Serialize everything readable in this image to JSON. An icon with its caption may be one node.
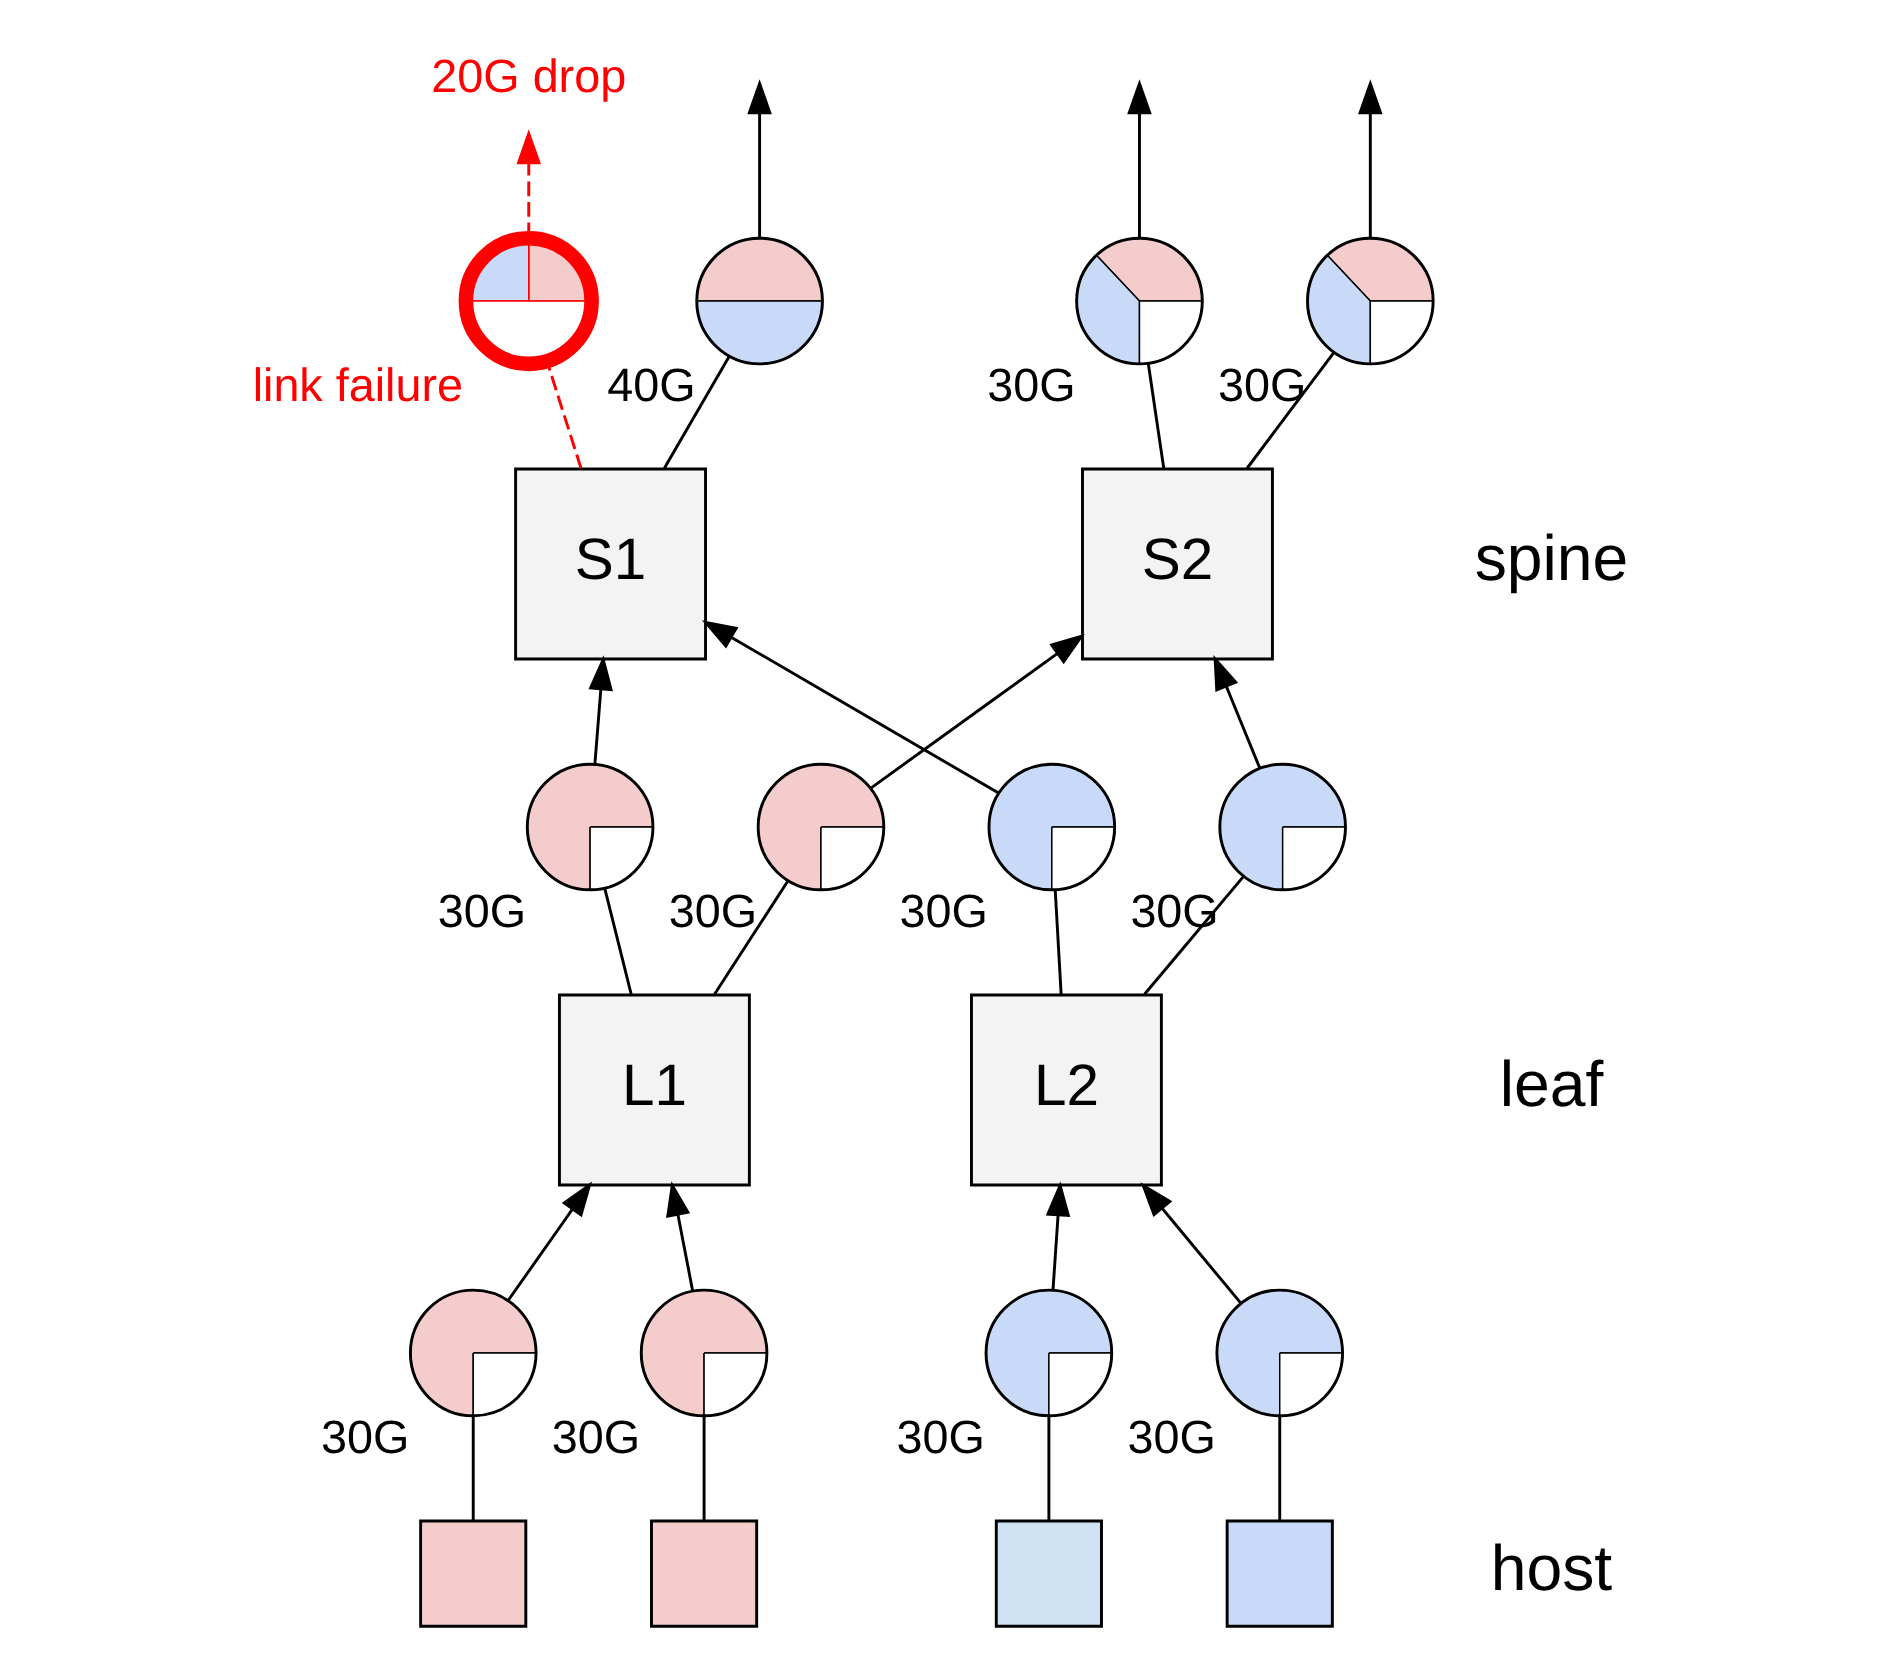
{
  "diagram": {
    "nodes": [
      {
        "text": [
          "20G drop"
        ]
      },
      {
        "text": [],
        "shape": "circle",
        "beside": [
          "link failure"
        ]
      },
      {
        "text": [],
        "shape": "circle",
        "beside": [
          "40G"
        ]
      },
      {
        "text": [],
        "shape": "circle",
        "beside": [
          "30G"
        ]
      },
      {
        "text": [],
        "shape": "circle",
        "beside": [
          "30G"
        ]
      },
      {
        "text": [
          "S1"
        ]
      },
      {
        "text": [
          "S2"
        ]
      },
      {
        "text": [],
        "shape": "circle",
        "beside": [
          "30G"
        ]
      },
      {
        "text": [],
        "shape": "circle",
        "beside": [
          "30G"
        ]
      },
      {
        "text": [],
        "shape": "circle",
        "beside": [
          "30G"
        ]
      },
      {
        "text": [],
        "shape": "circle",
        "beside": [
          "30G"
        ]
      },
      {
        "text": [
          "L1"
        ]
      },
      {
        "text": [
          "L2"
        ]
      },
      {
        "text": [],
        "shape": "circle",
        "beside": [
          "30G"
        ]
      },
      {
        "text": [],
        "shape": "circle",
        "beside": [
          "30G"
        ]
      },
      {
        "text": [],
        "shape": "circle",
        "beside": [
          "30G"
        ]
      },
      {
        "text": [],
        "shape": "circle",
        "beside": [
          "30G"
        ]
      },
      {
        "text": [],
        "shape": "box"
      },
      {
        "text": [],
        "shape": "box"
      },
      {
        "text": [],
        "shape": "box"
      },
      {
        "text": [],
        "shape": "box"
      }
    ],
    "edges": [
      {
        "from": 5,
        "to": 1,
        "arrow": "none",
        "style": "dashed",
        "color": "#ff0000"
      },
      {
        "from": 1,
        "to": 0,
        "arrow": "to",
        "style": "dashed",
        "color": "#ff0000"
      },
      {
        "from": 5,
        "to": 2,
        "arrow": "none"
      },
      {
        "from": 2,
        "to": null,
        "arrow": "to"
      },
      {
        "from": 6,
        "to": 3,
        "arrow": "none"
      },
      {
        "from": 3,
        "to": null,
        "arrow": "to"
      },
      {
        "from": 6,
        "to": 4,
        "arrow": "none"
      },
      {
        "from": 4,
        "to": null,
        "arrow": "to"
      },
      {
        "from": 11,
        "to": 7,
        "arrow": "none"
      },
      {
        "from": 7,
        "to": 5,
        "arrow": "to"
      },
      {
        "from": 11,
        "to": 8,
        "arrow": "none"
      },
      {
        "from": 8,
        "to": 6,
        "arrow": "to"
      },
      {
        "from": 12,
        "to": 9,
        "arrow": "none"
      },
      {
        "from": 9,
        "to": 5,
        "arrow": "to"
      },
      {
        "from": 12,
        "to": 10,
        "arrow": "none"
      },
      {
        "from": 10,
        "to": 6,
        "arrow": "to"
      },
      {
        "from": 17,
        "to": 13,
        "arrow": "none"
      },
      {
        "from": 13,
        "to": 11,
        "arrow": "to"
      },
      {
        "from": 18,
        "to": 14,
        "arrow": "none"
      },
      {
        "from": 14,
        "to": 11,
        "arrow": "to"
      },
      {
        "from": 19,
        "to": 15,
        "arrow": "none"
      },
      {
        "from": 15,
        "to": 12,
        "arrow": "to"
      },
      {
        "from": 20,
        "to": 16,
        "arrow": "none"
      },
      {
        "from": 16,
        "to": 12,
        "arrow": "to"
      }
    ],
    "labels": [
      "spine",
      "leaf",
      "host"
    ]
  }
}
